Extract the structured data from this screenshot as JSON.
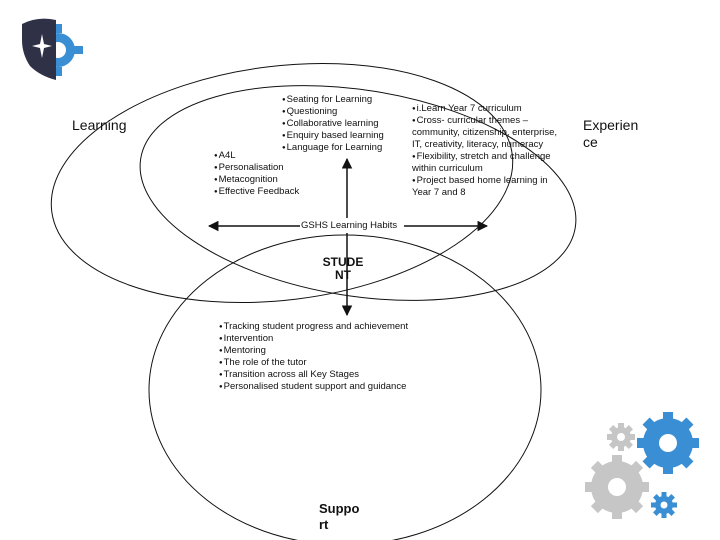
{
  "labels": {
    "learning": "Learning",
    "experience": "Experien ce",
    "habits": "GSHS Learning Habits",
    "student": "STUDE NT",
    "support": "Suppo rt"
  },
  "lists": {
    "learning_inner": [
      "Seating for Learning",
      "Questioning",
      "Collaborative learning",
      "Enquiry based learning",
      "Language for Learning"
    ],
    "learning_outer": [
      "A4L",
      "Personalisation",
      "Metacognition",
      "Effective Feedback"
    ],
    "experience": [
      "i.Learn Year 7 curriculum",
      "Cross- curricular themes –",
      "community, citizenship, enterprise,",
      "IT, creativity, literacy, numeracy",
      "Flexibility, stretch and challenge",
      "within curriculum",
      "Project based home learning in",
      "Year 7  and 8"
    ],
    "support": [
      "Tracking student progress and achievement",
      "Intervention",
      "Mentoring",
      "The role of the tutor",
      "Transition across all Key Stages",
      "Personalised student support and guidance"
    ]
  },
  "colors": {
    "line": "#111111",
    "shield": "#2f3147",
    "blue": "#3a8fd4",
    "gray": "#c6c6c6"
  },
  "icons": [
    "shield-logo-icon",
    "gear-icon"
  ]
}
